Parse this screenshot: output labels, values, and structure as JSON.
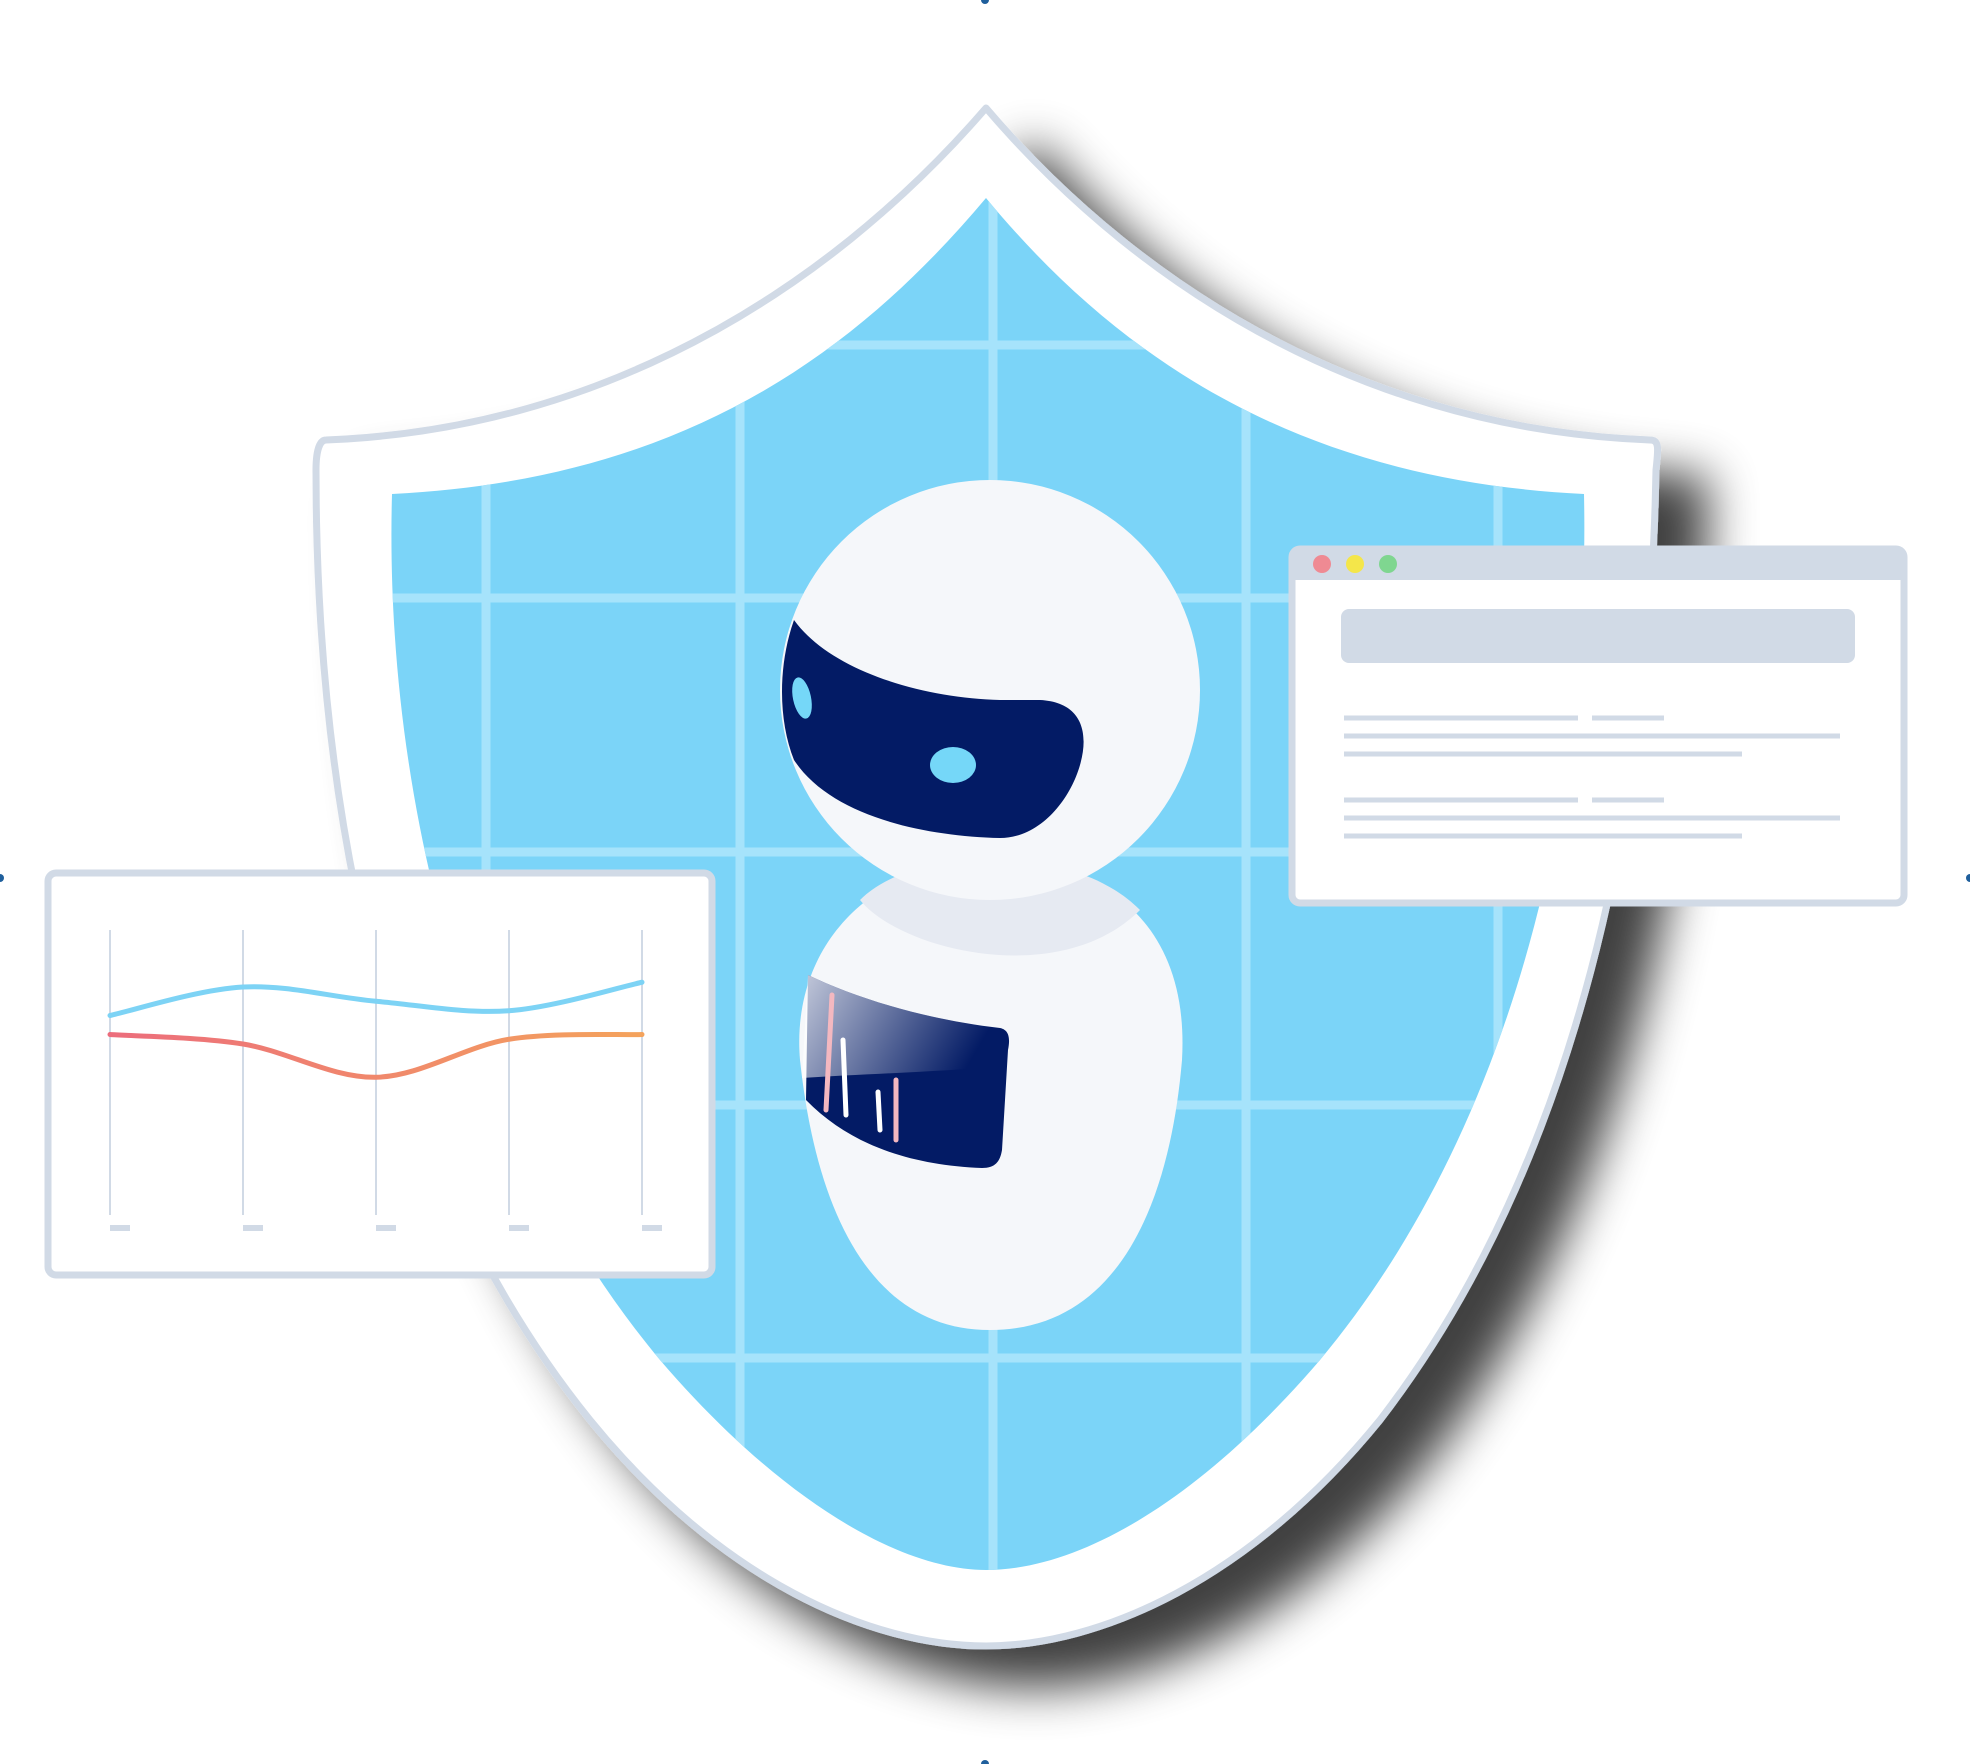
{
  "colors": {
    "background": "#ffffff",
    "shield_outline": "#d1dae6",
    "shield_rim": "#ffffff",
    "shield_fill": "#7bd4f8",
    "shield_grid": "#a6e3fb",
    "robot_body": "#f5f7fa",
    "robot_neck": "#e6eaf2",
    "robot_visor": "#031b65",
    "robot_eye": "#75d7f8",
    "panel_border": "#d1dae6",
    "panel_fill": "#ffffff",
    "chart_blue": "#7dd3f5",
    "chart_red": "#ec6d7c",
    "chart_orange": "#f4a35c",
    "dot_red": "#ef8a93",
    "dot_yellow": "#f4e64a",
    "dot_green": "#7fd690"
  },
  "icons": {
    "central": "shield-icon",
    "mascot": "robot-icon",
    "left_panel": "line-chart-icon",
    "right_panel": "browser-window-icon"
  },
  "chart_data": {
    "type": "line",
    "x": [
      0,
      1,
      2,
      3,
      4
    ],
    "series": [
      {
        "color": "#7dd3f5",
        "values": [
          4.2,
          4.8,
          4.5,
          4.3,
          4.9
        ]
      },
      {
        "color": "#ec6d7c",
        "values": [
          3.8,
          3.6,
          2.9,
          3.7,
          3.8
        ]
      }
    ],
    "ylim": [
      0,
      6
    ],
    "grid": "vertical"
  }
}
